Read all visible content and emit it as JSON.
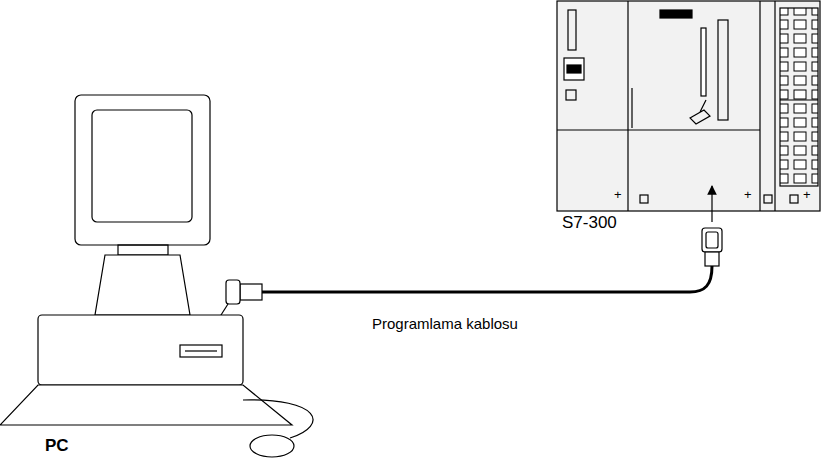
{
  "diagram": {
    "labels": [
      "S7-300",
      "Programlama kablosu",
      "PC",
      "+",
      "+",
      "+"
    ]
  }
}
